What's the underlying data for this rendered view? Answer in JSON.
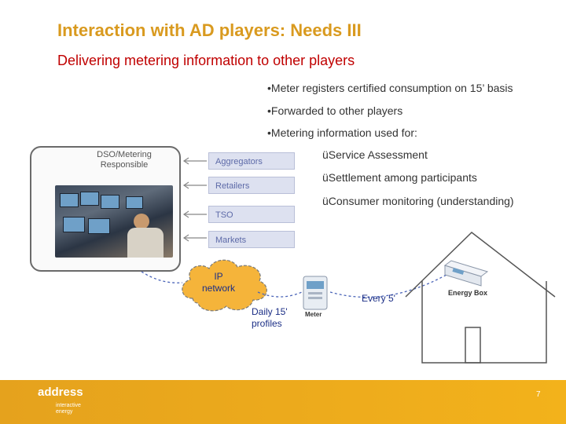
{
  "slide": {
    "title": "Interaction with AD players: Needs III",
    "subtitle": "Delivering metering information to other players",
    "page_number": "7"
  },
  "bullets": [
    "•Meter registers certified consumption on 15’ basis",
    "•Forwarded to other players",
    "•Metering information used for:"
  ],
  "uses": [
    "üService Assessment",
    "üSettlement among participants",
    "üConsumer monitoring (understanding)"
  ],
  "diagram": {
    "dso_label_line1": "DSO/Metering",
    "dso_label_line2": "Responsible",
    "players": [
      "Aggregators",
      "Retailers",
      "TSO",
      "Markets"
    ],
    "cloud_line1": "IP",
    "cloud_line2": "network",
    "daily_line1": "Daily 15'",
    "daily_line2": "profiles",
    "meter_label": "Meter",
    "energy_box_label": "Energy Box",
    "every_label": "Every 5'"
  },
  "footer": {
    "logo_main": "address",
    "logo_sub_line1": "interactive",
    "logo_sub_line2": "energy"
  },
  "colors": {
    "title": "#d99a1f",
    "subtitle": "#c00000",
    "footer": "#f0ab1c",
    "diagram_text": "#1c2f86",
    "cloud": "#f5b43a"
  }
}
